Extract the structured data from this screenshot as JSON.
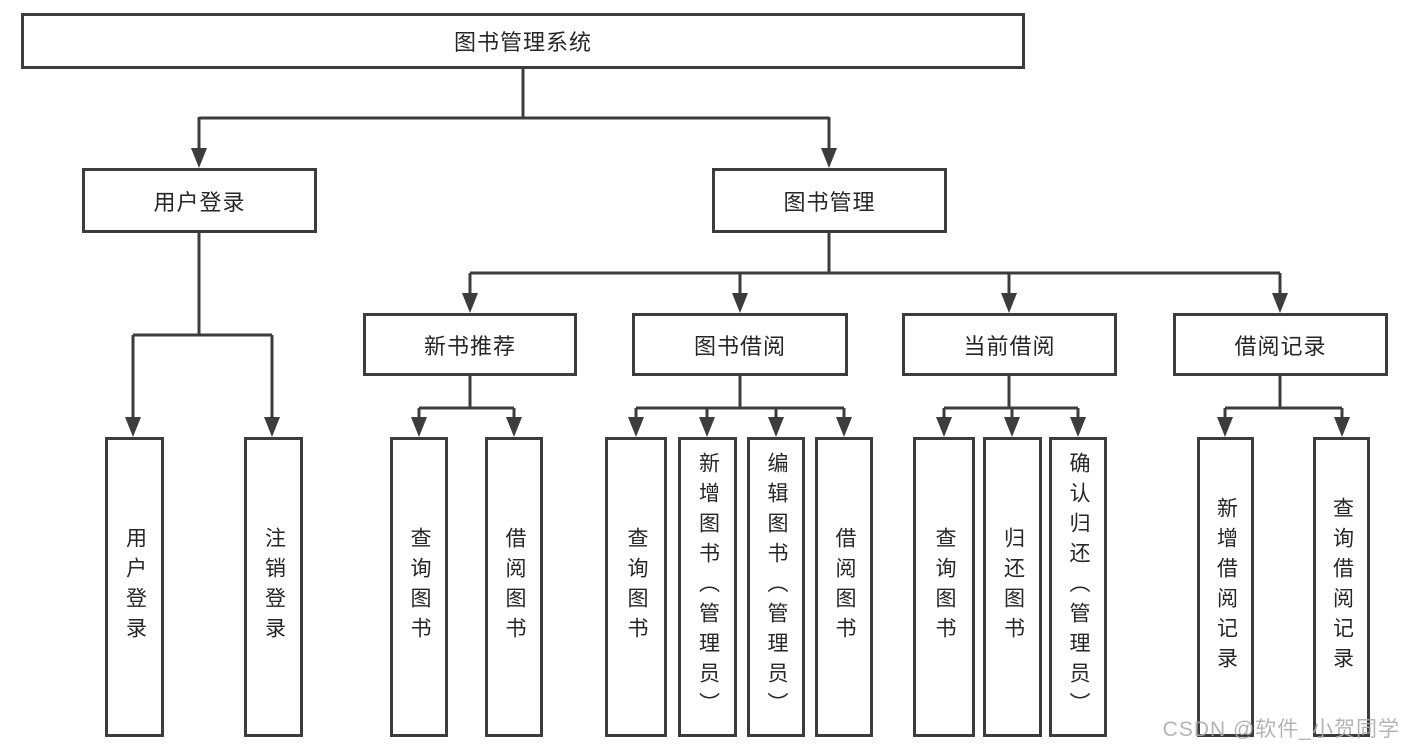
{
  "diagram": {
    "root_label": "图书管理系统",
    "tree": [
      {
        "label": "用户登录",
        "children": [
          "用户登录",
          "注销登录"
        ]
      },
      {
        "label": "图书管理",
        "children": [
          {
            "label": "新书推荐",
            "children": [
              "查询图书",
              "借阅图书"
            ]
          },
          {
            "label": "图书借阅",
            "children": [
              "查询图书",
              "新增图书（管理员）",
              "编辑图书（管理员）",
              "借阅图书"
            ]
          },
          {
            "label": "当前借阅",
            "children": [
              "查询图书",
              "归还图书",
              "确认归还（管理员）"
            ]
          },
          {
            "label": "借阅记录",
            "children": [
              "新增借阅记录",
              "查询借阅记录"
            ]
          }
        ]
      }
    ],
    "watermark": "CSDN @软件_小贺同学",
    "colors": {
      "line": "#3c3c3c",
      "text": "#262626",
      "background": "#ffffff",
      "watermark": "#acacac"
    }
  }
}
